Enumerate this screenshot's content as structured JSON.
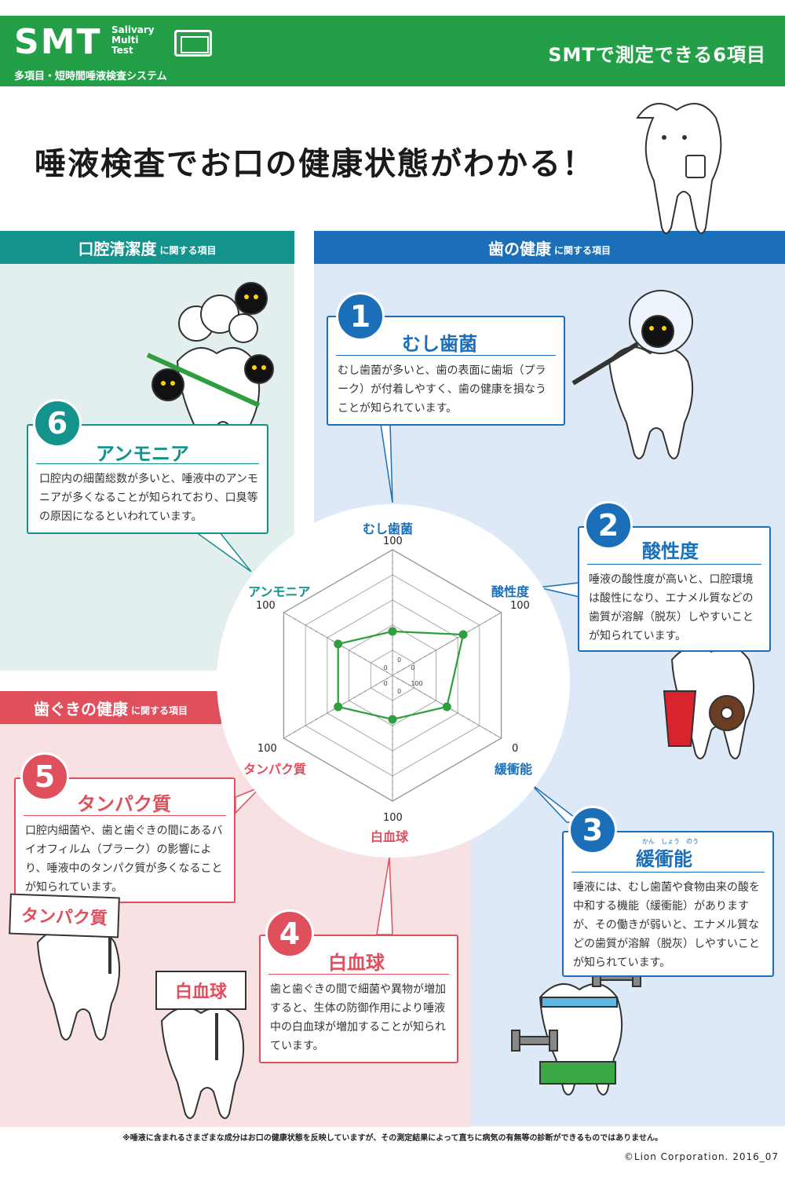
{
  "header": {
    "logo_main": "SMT",
    "logo_sub_lines": [
      "Salivary",
      "Multi",
      "Test"
    ],
    "logo_tag": "多項目・短時間唾液検査システム",
    "right_title": "SMTで測定できる6項目",
    "color": "#23a047"
  },
  "headline": "唾液検査でお口の健康状態がわかる！",
  "sections": {
    "cleanliness": {
      "main": "口腔清潔度",
      "suffix": "に関する項目",
      "color": "#14928c"
    },
    "teeth": {
      "main": "歯の健康",
      "suffix": "に関する項目",
      "color": "#1b6fb9"
    },
    "gums": {
      "main": "歯ぐきの健康",
      "suffix": "に関する項目",
      "color": "#e04f5c"
    }
  },
  "items": [
    {
      "number": "1",
      "title": "むし歯菌",
      "body": "むし歯菌が多いと、歯の表面に歯垢（プラーク）が付着しやすく、歯の健康を損なうことが知られています。"
    },
    {
      "number": "2",
      "title": "酸性度",
      "body": "唾液の酸性度が高いと、口腔環境は酸性になり、エナメル質などの歯質が溶解（脱灰）しやすいことが知られています。"
    },
    {
      "number": "3",
      "title": "緩衝能",
      "ruby": [
        "かん",
        "しょう",
        "のう"
      ],
      "body": "唾液には、むし歯菌や食物由来の酸を中和する機能（緩衝能）がありますが、その働きが弱いと、エナメル質などの歯質が溶解（脱灰）しやすいことが知られています。"
    },
    {
      "number": "4",
      "title": "白血球",
      "body": "歯と歯ぐきの間で細菌や異物が増加すると、生体の防御作用により唾液中の白血球が増加することが知られています。"
    },
    {
      "number": "5",
      "title": "タンパク質",
      "body": "口腔内細菌や、歯と歯ぐきの間にあるバイオフィルム（プラーク）の影響により、唾液中のタンパク質が多くなることが知られています。"
    },
    {
      "number": "6",
      "title": "アンモニア",
      "body": "口腔内の細菌総数が多いと、唾液中のアンモニアが多くなることが知られており、口臭等の原因になるといわれています。"
    }
  ],
  "signs": {
    "protein": "タンパク質",
    "wbc": "白血球"
  },
  "chart_data": {
    "type": "radar",
    "axes": [
      {
        "name": "むし歯菌",
        "outer": "100",
        "inner": "0",
        "value": 35
      },
      {
        "name": "酸性度",
        "outer": "100",
        "inner": "0",
        "value": 65
      },
      {
        "name": "緩衝能",
        "outer": "0",
        "inner": "100",
        "value": 50
      },
      {
        "name": "白血球",
        "outer": "100",
        "inner": "0",
        "value": 35
      },
      {
        "name": "タンパク質",
        "outer": "100",
        "inner": "0",
        "value": 50
      },
      {
        "name": "アンモニア",
        "outer": "100",
        "inner": "0",
        "value": 50
      }
    ],
    "rings": 5,
    "series_color": "#2e9e3e"
  },
  "footnote": "※唾液に含まれるさまざまな成分はお口の健康状態を反映していますが、その測定結果によって直ちに病気の有無等の診断ができるものではありません。",
  "copyright": "©Lion Corporation. 2016_07"
}
